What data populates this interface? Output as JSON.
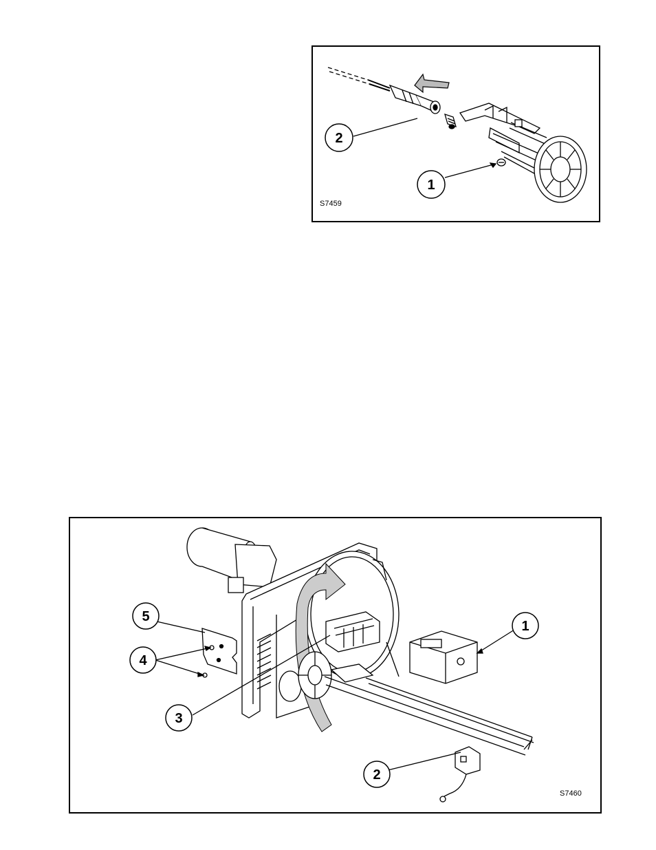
{
  "figures": [
    {
      "code": "S7459",
      "callouts": [
        "1",
        "2"
      ]
    },
    {
      "code": "S7460",
      "callouts": [
        "1",
        "2",
        "3",
        "4",
        "5"
      ]
    }
  ]
}
